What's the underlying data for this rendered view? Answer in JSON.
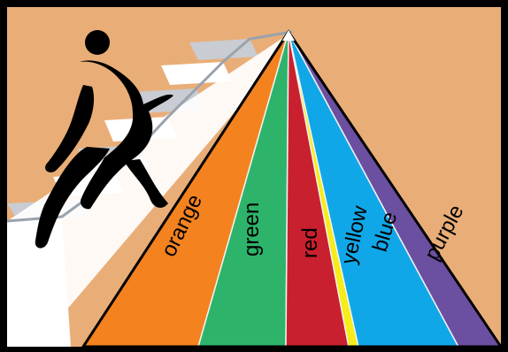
{
  "pyramid": {
    "bands": [
      {
        "key": "orange",
        "label": "orange",
        "color": "#F4821F"
      },
      {
        "key": "green",
        "label": "green",
        "color": "#2DB46A"
      },
      {
        "key": "red",
        "label": "red",
        "color": "#C8202E"
      },
      {
        "key": "yellow",
        "label": "yellow",
        "color": "#F6EC18"
      },
      {
        "key": "blue",
        "label": "blue",
        "color": "#10A7E8"
      },
      {
        "key": "purple",
        "label": "purple",
        "color": "#6B4FA0"
      }
    ],
    "outline_color": "#000000"
  },
  "scene": {
    "background_color": "#E9AE78",
    "frame_color": "#000000",
    "stairs_color": "#FFFFFF",
    "stairs_shadow_color": "#C9CCD2",
    "figure_color": "#000000",
    "figure_icon": "person-climbing-stairs-icon"
  }
}
